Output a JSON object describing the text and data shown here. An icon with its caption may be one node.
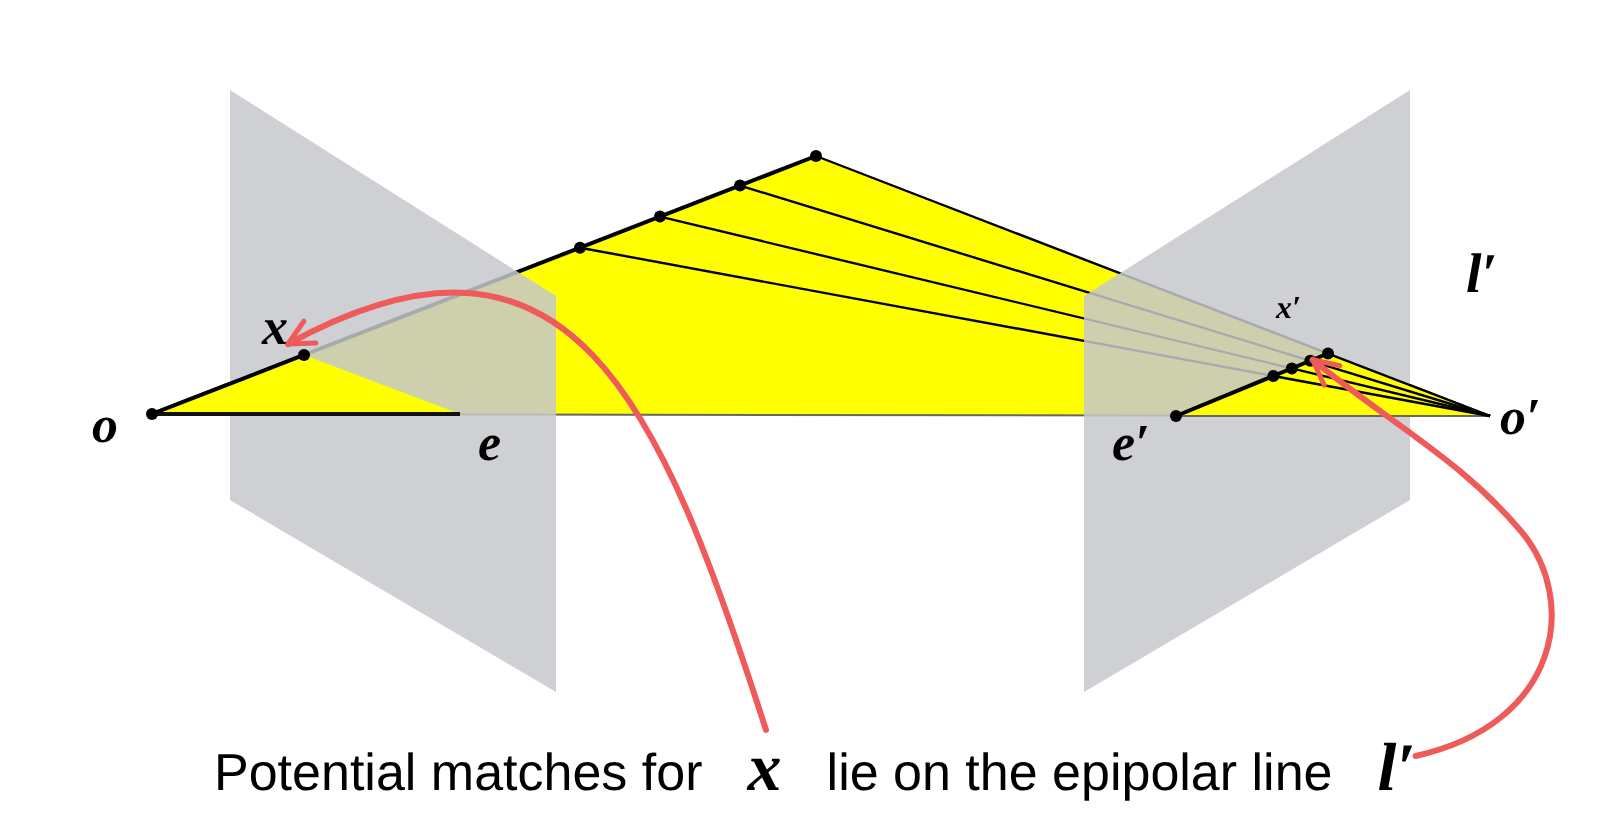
{
  "diagram": {
    "nodes": [
      {
        "text": [
          "Potential matches for **x** lie on the epipolar line **l′**"
        ]
      },
      {
        "text": [
          "x"
        ]
      },
      {
        "text": [],
        "shape": "line"
      }
    ],
    "edges": [
      {
        "from": 0,
        "to": 1,
        "arrow": "to"
      },
      {
        "from": 0,
        "to": 2,
        "arrow": "to"
      }
    ],
    "labels": [
      "l′",
      "x′",
      "o",
      "e",
      "e′",
      "o′"
    ]
  }
}
